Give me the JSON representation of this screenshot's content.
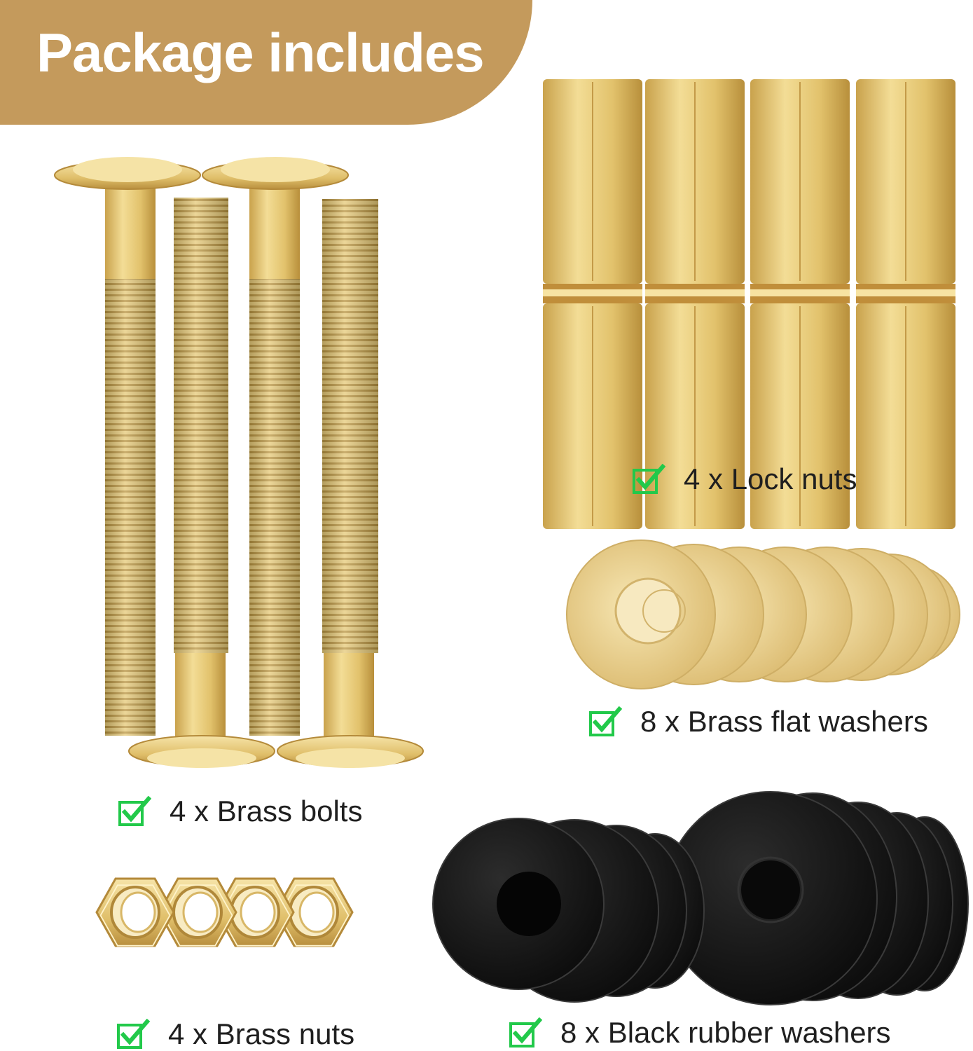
{
  "header": {
    "title": "Package includes"
  },
  "colors": {
    "banner": "#c49a5c",
    "brass": "#e2c26c",
    "check": "#22c94a",
    "rubber": "#161616"
  },
  "items": [
    {
      "label": "4 x Lock nuts",
      "icon": "check-icon"
    },
    {
      "label": "8 x Brass flat washers",
      "icon": "check-icon"
    },
    {
      "label": "4 x Brass bolts",
      "icon": "check-icon"
    },
    {
      "label": "4 x Brass nuts",
      "icon": "check-icon"
    },
    {
      "label": "8 x Black rubber washers",
      "icon": "check-icon"
    }
  ]
}
